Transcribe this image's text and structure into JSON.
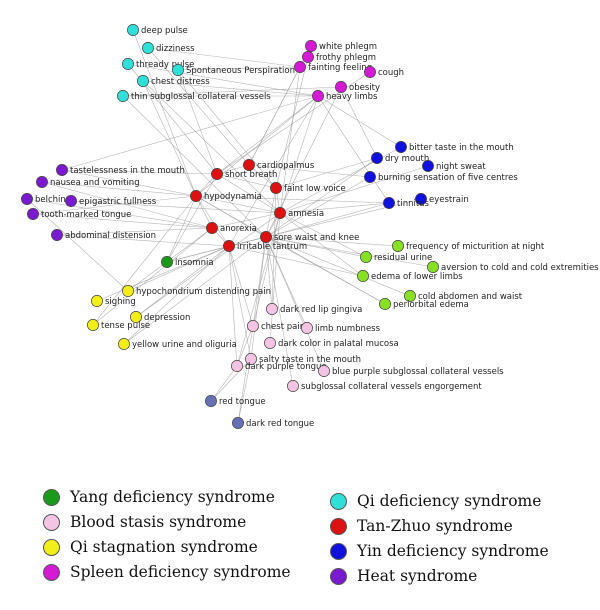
{
  "categories": {
    "yang": {
      "label": "Yang deficiency syndrome",
      "color": "#1a9a1a"
    },
    "blood": {
      "label": "Blood stasis syndrome",
      "color": "#f4c4e4"
    },
    "qistag": {
      "label": "Qi stagnation syndrome",
      "color": "#f2ee1a"
    },
    "spleen": {
      "label": "Spleen deficiency syndrome",
      "color": "#d41ad4"
    },
    "qidef": {
      "label": "Qi deficiency syndrome",
      "color": "#2ee0d8"
    },
    "tanzhuo": {
      "label": "Tan-Zhuo syndrome",
      "color": "#dd1111"
    },
    "yin": {
      "label": "Yin deficiency syndrome",
      "color": "#1111dd"
    },
    "heat": {
      "label": "Heat syndrome",
      "color": "#7a1ad0"
    },
    "kidney": {
      "label": "",
      "color": "#88e024"
    },
    "dampheat": {
      "label": "",
      "color": "#6670b4"
    }
  },
  "legend": {
    "col1": [
      "yang",
      "blood",
      "qistag",
      "spleen"
    ],
    "col2": [
      "qidef",
      "tanzhuo",
      "yin",
      "heat"
    ]
  },
  "nodes": [
    {
      "id": "deep pulse",
      "label": "deep pulse",
      "cat": "qidef"
    },
    {
      "id": "dizziness",
      "label": "dizziness",
      "cat": "qidef"
    },
    {
      "id": "thready pulse",
      "label": "thready pulse",
      "cat": "qidef"
    },
    {
      "id": "spontaneous perspiration",
      "label": "Spontaneous Perspiration",
      "cat": "qidef"
    },
    {
      "id": "chest distress",
      "label": "chest distress",
      "cat": "qidef"
    },
    {
      "id": "thin subglossal collateral vessels",
      "label": "thin subglossal collateral vessels",
      "cat": "qidef"
    },
    {
      "id": "white phlegm",
      "label": "white phlegm",
      "cat": "spleen"
    },
    {
      "id": "frothy phlegm",
      "label": "frothy phlegm",
      "cat": "spleen"
    },
    {
      "id": "fainting feeling",
      "label": "fainting feeling",
      "cat": "spleen"
    },
    {
      "id": "cough",
      "label": "cough",
      "cat": "spleen"
    },
    {
      "id": "obesity",
      "label": "obesity",
      "cat": "spleen"
    },
    {
      "id": "heavy limbs",
      "label": "heavy limbs",
      "cat": "spleen"
    },
    {
      "id": "bitter taste",
      "label": "bitter taste in the mouth",
      "cat": "yin"
    },
    {
      "id": "dry mouth",
      "label": "dry mouth",
      "cat": "yin"
    },
    {
      "id": "night sweat",
      "label": "night sweat",
      "cat": "yin"
    },
    {
      "id": "burning sensation",
      "label": "burning sensation of five centres",
      "cat": "yin"
    },
    {
      "id": "eyestrain",
      "label": "eyestrain",
      "cat": "yin"
    },
    {
      "id": "tinnitus",
      "label": "tinnitus",
      "cat": "yin"
    },
    {
      "id": "tastelessness",
      "label": "tastelessness in the mouth",
      "cat": "heat"
    },
    {
      "id": "nausea",
      "label": "nausea and vomiting",
      "cat": "heat"
    },
    {
      "id": "belching",
      "label": "belching",
      "cat": "heat"
    },
    {
      "id": "epigastric fullness",
      "label": "epigastric fullness",
      "cat": "heat"
    },
    {
      "id": "tooth-marked tongue",
      "label": "tooth-marked tongue",
      "cat": "heat"
    },
    {
      "id": "abdominal distension",
      "label": "abdominal distension",
      "cat": "heat"
    },
    {
      "id": "cardiopalmus",
      "label": "cardiopalmus",
      "cat": "tanzhuo"
    },
    {
      "id": "short breath",
      "label": "short breath",
      "cat": "tanzhuo"
    },
    {
      "id": "faint low voice",
      "label": "faint low voice",
      "cat": "tanzhuo"
    },
    {
      "id": "hypodynamia",
      "label": "hypodynamia",
      "cat": "tanzhuo"
    },
    {
      "id": "amnesia",
      "label": "amnesia",
      "cat": "tanzhuo"
    },
    {
      "id": "anorexia",
      "label": "anorexia",
      "cat": "tanzhuo"
    },
    {
      "id": "sore waist",
      "label": "sore waist and knee",
      "cat": "tanzhuo"
    },
    {
      "id": "irritable tantrum",
      "label": "irritable tantrum",
      "cat": "tanzhuo"
    },
    {
      "id": "insomnia",
      "label": "insomnia",
      "cat": "yang"
    },
    {
      "id": "frequency micturition",
      "label": "frequency of micturition at night",
      "cat": "kidney"
    },
    {
      "id": "residual urine",
      "label": "residual urine",
      "cat": "kidney"
    },
    {
      "id": "aversion cold",
      "label": "aversion to cold and cold extremities",
      "cat": "kidney"
    },
    {
      "id": "edema lower limbs",
      "label": "edema of lower limbs",
      "cat": "kidney"
    },
    {
      "id": "cold abdomen",
      "label": "cold abdomen and waist",
      "cat": "kidney"
    },
    {
      "id": "periorbital edema",
      "label": "periorbital edema",
      "cat": "kidney"
    },
    {
      "id": "hypochondrium",
      "label": "hypochondrium distending pain",
      "cat": "qistag"
    },
    {
      "id": "sighing",
      "label": "sighing",
      "cat": "qistag"
    },
    {
      "id": "depression",
      "label": "depression",
      "cat": "qistag"
    },
    {
      "id": "tense pulse",
      "label": "tense pulse",
      "cat": "qistag"
    },
    {
      "id": "yellow urine",
      "label": "yellow urine and oliguria",
      "cat": "qistag"
    },
    {
      "id": "dark red lip",
      "label": "dark red lip gingiva",
      "cat": "blood"
    },
    {
      "id": "chest pain",
      "label": "chest pain",
      "cat": "blood"
    },
    {
      "id": "limb numbness",
      "label": "limb numbness",
      "cat": "blood"
    },
    {
      "id": "dark color palatal",
      "label": "dark color in palatal mucosa",
      "cat": "blood"
    },
    {
      "id": "salty taste",
      "label": "salty taste in the mouth",
      "cat": "blood"
    },
    {
      "id": "dark purple tongue",
      "label": "dark purple tongue",
      "cat": "blood"
    },
    {
      "id": "blue purple vessels",
      "label": "blue purple subglossal collateral vessels",
      "cat": "blood"
    },
    {
      "id": "subglossal engorgement",
      "label": "subglossal collateral vessels engorgement",
      "cat": "blood"
    },
    {
      "id": "red tongue",
      "label": "red tongue",
      "cat": "dampheat"
    },
    {
      "id": "dark red tongue",
      "label": "dark red tongue",
      "cat": "dampheat"
    }
  ],
  "edges": [
    [
      "deep pulse",
      "hypodynamia"
    ],
    [
      "dizziness",
      "cardiopalmus"
    ],
    [
      "dizziness",
      "fainting feeling"
    ],
    [
      "thready pulse",
      "short breath"
    ],
    [
      "thready pulse",
      "heavy limbs"
    ],
    [
      "spontaneous perspiration",
      "short breath"
    ],
    [
      "spontaneous perspiration",
      "fainting feeling"
    ],
    [
      "spontaneous perspiration",
      "faint low voice"
    ],
    [
      "chest distress",
      "amnesia"
    ],
    [
      "chest distress",
      "heavy limbs"
    ],
    [
      "chest distress",
      "hypodynamia"
    ],
    [
      "thin subglossal collateral vessels",
      "sore waist"
    ],
    [
      "thin subglossal collateral vessels",
      "heavy limbs"
    ],
    [
      "thin subglossal collateral vessels",
      "obesity"
    ],
    [
      "white phlegm",
      "cardiopalmus"
    ],
    [
      "frothy phlegm",
      "faint low voice"
    ],
    [
      "fainting feeling",
      "amnesia"
    ],
    [
      "fainting feeling",
      "cardiopalmus"
    ],
    [
      "cough",
      "short breath"
    ],
    [
      "obesity",
      "dry mouth"
    ],
    [
      "obesity",
      "sore waist"
    ],
    [
      "heavy limbs",
      "hypodynamia"
    ],
    [
      "heavy limbs",
      "short breath"
    ],
    [
      "heavy limbs",
      "amnesia"
    ],
    [
      "heavy limbs",
      "bitter taste"
    ],
    [
      "heavy limbs",
      "tinnitus"
    ],
    [
      "heavy limbs",
      "irritable tantrum"
    ],
    [
      "heavy limbs",
      "tastelessness"
    ],
    [
      "bitter taste",
      "amnesia"
    ],
    [
      "dry mouth",
      "faint low voice"
    ],
    [
      "dry mouth",
      "sore waist"
    ],
    [
      "night sweat",
      "amnesia"
    ],
    [
      "burning sensation",
      "sore waist"
    ],
    [
      "burning sensation",
      "cardiopalmus"
    ],
    [
      "tinnitus",
      "amnesia"
    ],
    [
      "tinnitus",
      "sore waist"
    ],
    [
      "tinnitus",
      "hypodynamia"
    ],
    [
      "eyestrain",
      "irritable tantrum"
    ],
    [
      "tastelessness",
      "hypodynamia"
    ],
    [
      "tastelessness",
      "short breath"
    ],
    [
      "nausea",
      "anorexia"
    ],
    [
      "nausea",
      "hypodynamia"
    ],
    [
      "belching",
      "anorexia"
    ],
    [
      "belching",
      "hypochondrium"
    ],
    [
      "epigastric fullness",
      "amnesia"
    ],
    [
      "tooth-marked tongue",
      "hypodynamia"
    ],
    [
      "tooth-marked tongue",
      "anorexia"
    ],
    [
      "abdominal distension",
      "anorexia"
    ],
    [
      "abdominal distension",
      "irritable tantrum"
    ],
    [
      "cardiopalmus",
      "short breath"
    ],
    [
      "short breath",
      "hypodynamia"
    ],
    [
      "short breath",
      "faint low voice"
    ],
    [
      "hypodynamia",
      "amnesia"
    ],
    [
      "hypodynamia",
      "anorexia"
    ],
    [
      "amnesia",
      "sore waist"
    ],
    [
      "amnesia",
      "faint low voice"
    ],
    [
      "anorexia",
      "irritable tantrum"
    ],
    [
      "sore waist",
      "irritable tantrum"
    ],
    [
      "hypodynamia",
      "irritable tantrum"
    ],
    [
      "insomnia",
      "irritable tantrum"
    ],
    [
      "insomnia",
      "hypodynamia"
    ],
    [
      "insomnia",
      "sore waist"
    ],
    [
      "insomnia",
      "short breath"
    ],
    [
      "frequency micturition",
      "sore waist"
    ],
    [
      "residual urine",
      "sore waist"
    ],
    [
      "residual urine",
      "amnesia"
    ],
    [
      "aversion cold",
      "sore waist"
    ],
    [
      "edema lower limbs",
      "irritable tantrum"
    ],
    [
      "edema lower limbs",
      "amnesia"
    ],
    [
      "cold abdomen",
      "sore waist"
    ],
    [
      "periorbital edema",
      "sore waist"
    ],
    [
      "periorbital edema",
      "hypodynamia"
    ],
    [
      "hypochondrium",
      "irritable tantrum"
    ],
    [
      "hypochondrium",
      "anorexia"
    ],
    [
      "sighing",
      "irritable tantrum"
    ],
    [
      "depression",
      "irritable tantrum"
    ],
    [
      "depression",
      "amnesia"
    ],
    [
      "tense pulse",
      "hypodynamia"
    ],
    [
      "tense pulse",
      "anorexia"
    ],
    [
      "yellow urine",
      "irritable tantrum"
    ],
    [
      "yellow urine",
      "sore waist"
    ],
    [
      "dark red lip",
      "sore waist"
    ],
    [
      "dark red lip",
      "faint low voice"
    ],
    [
      "chest pain",
      "sore waist"
    ],
    [
      "chest pain",
      "amnesia"
    ],
    [
      "chest pain",
      "irritable tantrum"
    ],
    [
      "limb numbness",
      "sore waist"
    ],
    [
      "dark color palatal",
      "amnesia"
    ],
    [
      "salty taste",
      "sore waist"
    ],
    [
      "salty taste",
      "irritable tantrum"
    ],
    [
      "dark purple tongue",
      "irritable tantrum"
    ],
    [
      "dark purple tongue",
      "amnesia"
    ],
    [
      "dark purple tongue",
      "chest pain"
    ],
    [
      "blue purple vessels",
      "sore waist"
    ],
    [
      "subglossal engorgement",
      "sore waist"
    ],
    [
      "red tongue",
      "dark purple tongue"
    ],
    [
      "red tongue",
      "salty taste"
    ],
    [
      "dark red tongue",
      "salty taste"
    ],
    [
      "dark red tongue",
      "chest pain"
    ],
    [
      "faint low voice",
      "cardiopalmus"
    ],
    [
      "faint low voice",
      "sore waist"
    ],
    [
      "hypodynamia",
      "sore waist"
    ],
    [
      "anorexia",
      "amnesia"
    ],
    [
      "short breath",
      "amnesia"
    ]
  ]
}
